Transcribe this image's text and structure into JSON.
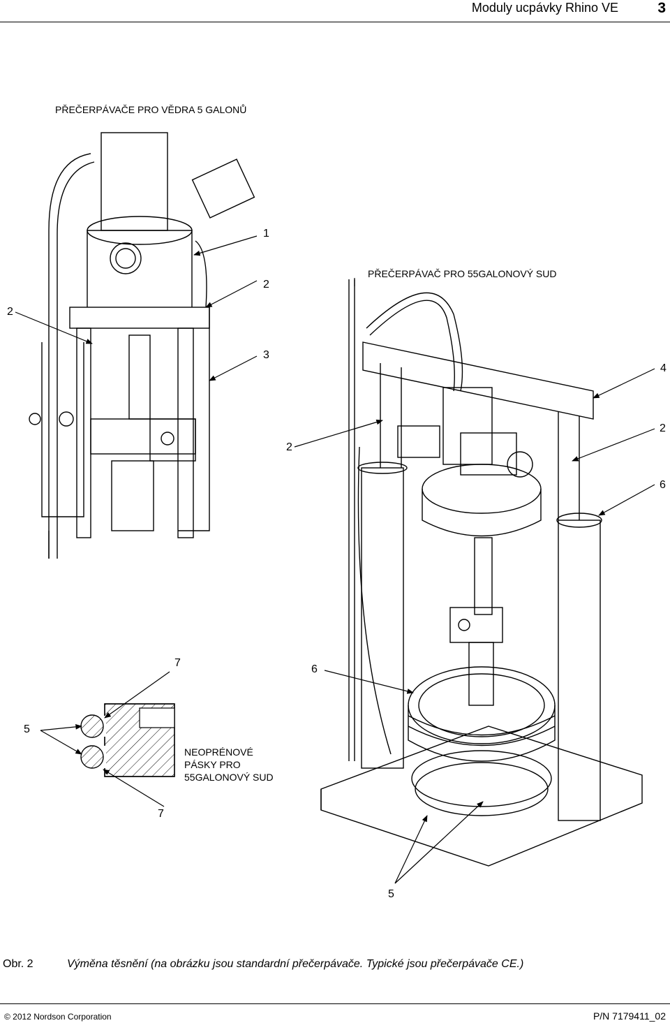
{
  "header": {
    "title": "Moduly ucpávky Rhino VE",
    "page_number": "3"
  },
  "figure": {
    "label_bucket": "PŘEČERPÁVAČE PRO VĚDRA 5 GALONŮ",
    "label_drum": "PŘEČERPÁVAČ PRO 55GALONOVÝ SUD",
    "label_bands_line1": "NEOPRÉNOVÉ",
    "label_bands_line2": "PÁSKY PRO",
    "label_bands_line3": "55GALONOVÝ SUD",
    "callouts": {
      "c1": "1",
      "c2a": "2",
      "c2b": "2",
      "c2c": "2",
      "c2d": "2",
      "c3": "3",
      "c4": "4",
      "c6a": "6",
      "c6b": "6",
      "c7a": "7",
      "c7b": "7",
      "c5a": "5",
      "c5b": "5"
    }
  },
  "caption": {
    "number": "Obr. 2",
    "text": "Výměna těsnění (na obrázku jsou standardní přečerpávače.  Typické jsou přečerpávače CE.)"
  },
  "footer": {
    "copyright": "© 2012 Nordson Corporation",
    "part_number": "P/N 7179411_02"
  }
}
